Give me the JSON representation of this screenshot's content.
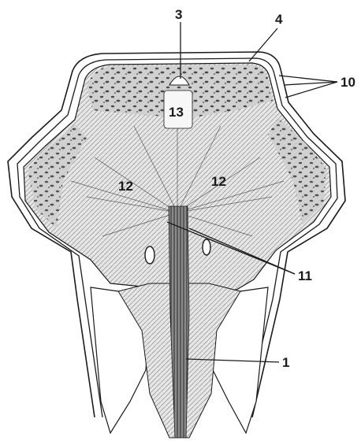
{
  "labels": {
    "l1": "1",
    "l3": "3",
    "l4": "4",
    "l10": "10",
    "l11": "11",
    "l12_left": "12",
    "l12_right": "12",
    "l13": "13"
  },
  "colors": {
    "ink": "#1a1a1a",
    "tissue": "#d9d9d9",
    "dark_cells": "#3a3a3a",
    "background": "#ffffff"
  }
}
